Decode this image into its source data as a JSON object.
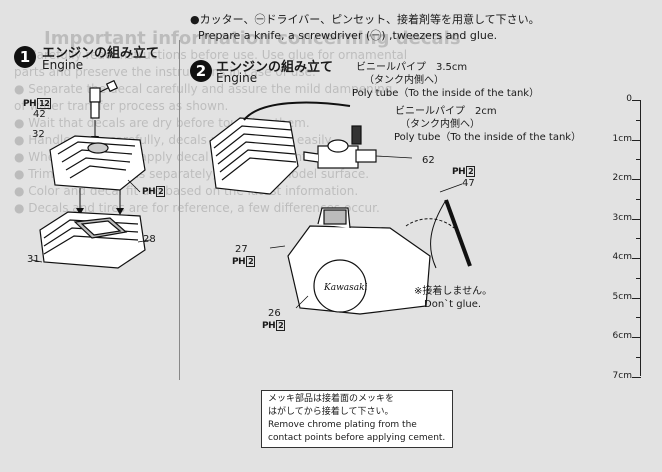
{
  "intro_note": {
    "bullet": "●",
    "jp": "カッター、㊀ドライバー、ピンセット、接着剤等を用意して下さい。",
    "en": "Prepare a knife, a screwdriver (㊀) ,tweezers and glue."
  },
  "step1": {
    "number": "1",
    "title_jp": "エンジンの組み立て",
    "title_en": "Engine",
    "parts": [
      {
        "id": "42",
        "code": "PH",
        "sub": "12"
      },
      {
        "id": "32",
        "code": "",
        "sub": ""
      },
      {
        "id": "28",
        "code": "PH",
        "sub": "2"
      },
      {
        "id": "31",
        "code": "",
        "sub": ""
      }
    ]
  },
  "step2": {
    "number": "2",
    "title_jp": "エンジンの組み立て",
    "title_en": "Engine",
    "tube_long": {
      "jp": "ビニールパイプ　3.5cm",
      "jp2": "（タンク内側へ）",
      "en": "Poly tube（To the inside of the tank）"
    },
    "tube_short": {
      "jp": "ビニールパイプ　2cm",
      "jp2": "（タンク内側へ）",
      "en": "Poly tube（To the inside of the tank）"
    },
    "parts": [
      {
        "id": "62",
        "code": "",
        "sub": ""
      },
      {
        "id": "47",
        "code": "PH",
        "sub": "2"
      },
      {
        "id": "27",
        "code": "PH",
        "sub": "2"
      },
      {
        "id": "26",
        "code": "PH",
        "sub": "2"
      }
    ],
    "brand": "Kawasaki",
    "no_glue": {
      "jp": "※接着しません。",
      "en": "Don`t glue."
    }
  },
  "chrome_warning": {
    "jp1": "メッキ部品は接着面のメッキを",
    "jp2": "はがしてから接着して下さい。",
    "en1": "Remove chrome plating from the",
    "en2": "contact points before applying cement."
  },
  "ruler": {
    "labels": [
      "0",
      "1cm",
      "2cm",
      "3cm",
      "4cm",
      "5cm",
      "6cm",
      "7cm"
    ]
  },
  "ghost_text": {
    "heading": "Important information concerning decals",
    "lines": [
      "● Carefully read instructions before use. Use glue for ornamental",
      "  parts and preserve the instructions in case of use.",
      "● Separate the decal carefully and assure the mild dampening",
      "  of water transfer process as shown.",
      "● Wait that decals are dry before touching them.",
      "● Handle parts carefully, decals may come off easily.",
      "● Where necessary, apply decal softening agent and dry.",
      "● Trim and cut decals separately, clean the model surface.",
      "● Color and decal fit are based on the latest information.",
      "● Decals and tires are for reference, a few differences occur."
    ]
  }
}
